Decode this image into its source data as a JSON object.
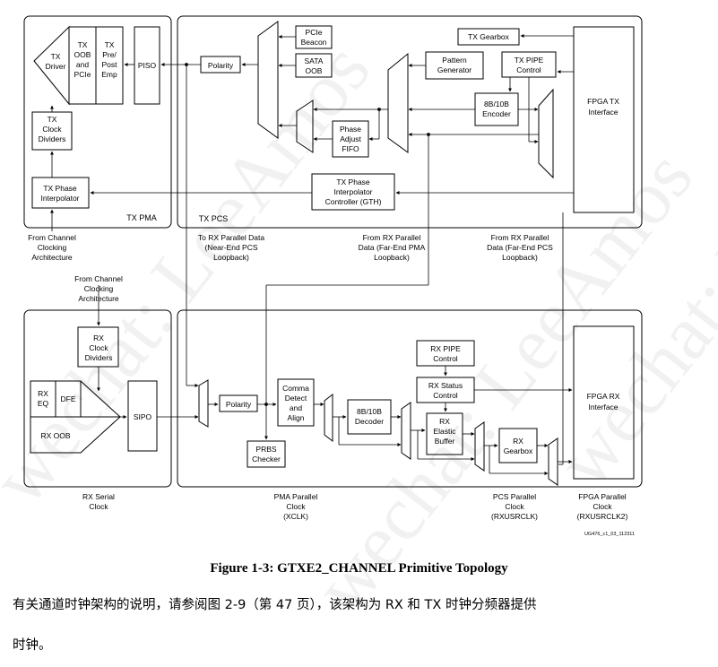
{
  "diagram": {
    "tx_pma": {
      "label": "TX PMA",
      "tx_driver": [
        "TX",
        "Driver"
      ],
      "tx_oob_pcie": [
        "TX",
        "OOB",
        "and",
        "PCIe"
      ],
      "tx_pre_post_emp": [
        "TX",
        "Pre/",
        "Post",
        "Emp"
      ],
      "piso": "PISO",
      "tx_clock_dividers": [
        "TX",
        "Clock",
        "Dividers"
      ],
      "tx_phase_interpolator": [
        "TX Phase",
        "Interpolator"
      ],
      "from_channel_clocking": [
        "From Channel",
        "Clocking",
        "Architecture"
      ]
    },
    "tx_pcs": {
      "label": "TX PCS",
      "polarity": "Polarity",
      "pcie_beacon": [
        "PCIe",
        "Beacon"
      ],
      "sata_oob": [
        "SATA",
        "OOB"
      ],
      "phase_adjust_fifo": [
        "Phase",
        "Adjust",
        "FIFO"
      ],
      "pattern_generator": [
        "Pattern",
        "Generator"
      ],
      "tx_gearbox": "TX Gearbox",
      "tx_pipe_control": [
        "TX PIPE",
        "Control"
      ],
      "encoder_8b10b": [
        "8B/10B",
        "Encoder"
      ],
      "phase_interp_controller": [
        "TX Phase",
        "Interpolator",
        "Controller (GTH)"
      ],
      "fpga_tx_interface": [
        "FPGA TX",
        "Interface"
      ]
    },
    "middle_labels": {
      "to_rx_parallel": [
        "To RX Parallel Data",
        "(Near-End PCS",
        "Loopback)"
      ],
      "from_rx_pma": [
        "From RX Parallel",
        "Data (Far-End PMA",
        "Loopback)"
      ],
      "from_rx_pcs": [
        "From RX Parallel",
        "Data (Far-End PCS",
        "Loopback)"
      ],
      "from_channel_clocking_rx": [
        "From Channel",
        "Clocking",
        "Architecture"
      ]
    },
    "rx_pma": {
      "rx_clock_dividers": [
        "RX",
        "Clock",
        "Dividers"
      ],
      "rx_eq": [
        "RX",
        "EQ"
      ],
      "dfe": "DFE",
      "rx_oob": "RX OOB",
      "sipo": "SIPO"
    },
    "rx_pcs": {
      "polarity": "Polarity",
      "comma_detect": [
        "Comma",
        "Detect",
        "and",
        "Align"
      ],
      "prbs_checker": [
        "PRBS",
        "Checker"
      ],
      "decoder_8b10b": [
        "8B/10B",
        "Decoder"
      ],
      "rx_pipe_control": [
        "RX PIPE",
        "Control"
      ],
      "rx_status_control": [
        "RX Status",
        "Control"
      ],
      "rx_elastic_buffer": [
        "RX",
        "Elastic",
        "Buffer"
      ],
      "rx_gearbox": [
        "RX",
        "Gearbox"
      ],
      "fpga_rx_interface": [
        "FPGA RX",
        "Interface"
      ]
    },
    "bottom_labels": {
      "rx_serial_clock": [
        "RX Serial",
        "Clock"
      ],
      "pma_parallel_clock": [
        "PMA Parallel",
        "Clock",
        "(XCLK)"
      ],
      "pcs_parallel_clock": [
        "PCS Parallel",
        "Clock",
        "(RXUSRCLK)"
      ],
      "fpga_parallel_clock": [
        "FPGA Parallel",
        "Clock",
        "(RXUSRCLK2)"
      ],
      "doc_id": "UG476_c1_03_112311"
    }
  },
  "caption": "Figure 1-3: GTXE2_CHANNEL Primitive Topology",
  "paragraph": {
    "line1": "有关通道时钟架构的说明，请参阅图 2-9（第 47 页），该架构为 RX 和 TX 时钟分频器提供",
    "line2": "时钟。"
  },
  "watermark": "wechat: LeeAmos"
}
